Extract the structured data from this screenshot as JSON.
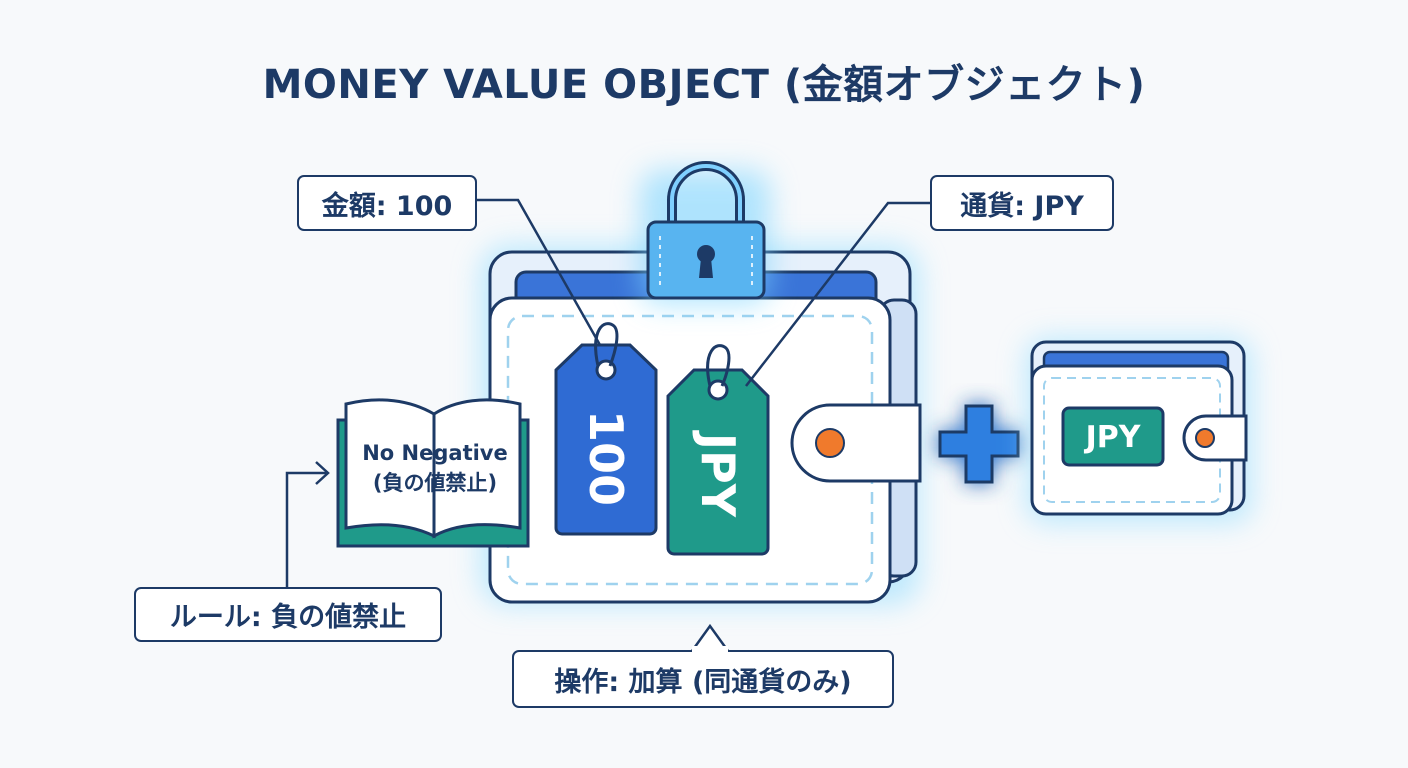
{
  "title": "MONEY VALUE OBJECT (金額オブジェクト)",
  "callouts": {
    "amount": "金額: 100",
    "currency": "通貨: JPY",
    "rule": "ルール: 負の値禁止",
    "operation": "操作: 加算 (同通貨のみ)"
  },
  "book": {
    "line1": "No Negative",
    "line2": "(負の値禁止)"
  },
  "tags": {
    "amount": "100",
    "currency": "JPY"
  },
  "second_wallet": {
    "badge": "JPY"
  },
  "icons": [
    "padlock-icon",
    "plus-icon",
    "book-icon",
    "wallet-icon"
  ],
  "colors": {
    "navy": "#1d3a66",
    "blue_tag": "#2f6bd3",
    "teal_tag": "#1f9a8a",
    "glow": "#5cc8ff",
    "button": "#f07a2c"
  }
}
